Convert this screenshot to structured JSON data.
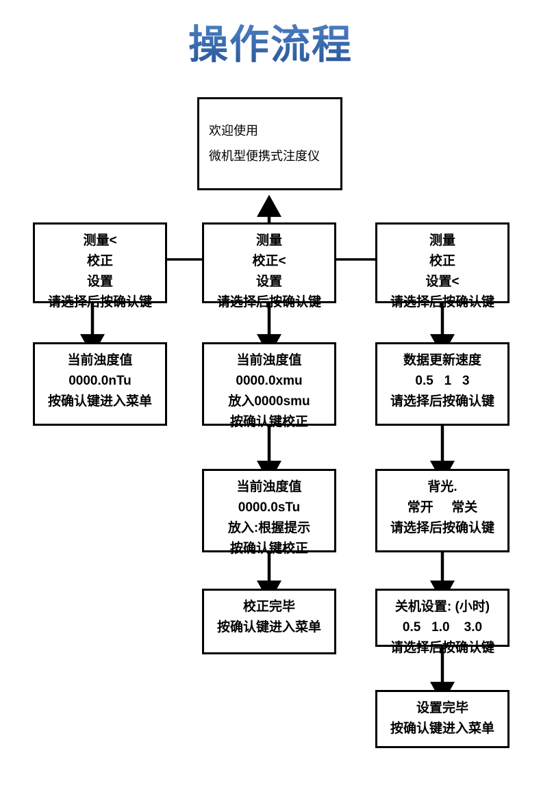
{
  "page": {
    "title": "操作流程",
    "title_color_top": "#4d7fc0",
    "title_color_bottom": "#2c5795",
    "background": "#ffffff",
    "line_color": "#000000",
    "text_color": "#000000"
  },
  "diagram": {
    "type": "flowchart",
    "orientation": "top-down",
    "columns": [
      "measure",
      "calibrate",
      "settings"
    ],
    "nodes": [
      {
        "id": "welcome",
        "lines": [
          "欢迎使用",
          "微机型便携式注度仪"
        ]
      },
      {
        "id": "menu-measure",
        "lines": [
          "测量<",
          "校正",
          "设置",
          "请选择后按确认键"
        ]
      },
      {
        "id": "menu-calibrate",
        "lines": [
          "测量",
          "校正<",
          "设置",
          "请选择后按确认键"
        ]
      },
      {
        "id": "menu-settings",
        "lines": [
          "测量",
          "校正",
          "设置<",
          "请选择后按确认键"
        ]
      },
      {
        "id": "measure-reading",
        "lines": [
          "当前浊度值",
          "0000.0nTu",
          "按确认键进入菜单"
        ]
      },
      {
        "id": "calibrate-step1",
        "lines": [
          "当前浊度值",
          "0000.0xmu",
          "放入0000smu",
          "按确认键校正"
        ]
      },
      {
        "id": "settings-refresh-rate",
        "lines": [
          "数据更新速度",
          "0.5   1   3",
          "请选择后按确认键"
        ]
      },
      {
        "id": "calibrate-step2",
        "lines": [
          "当前浊度值",
          "0000.0sTu",
          "放入:根握提示",
          "按确认键校正"
        ]
      },
      {
        "id": "settings-backlight",
        "lines": [
          "背光.",
          "常开     常关",
          "请选择后按确认键"
        ]
      },
      {
        "id": "calibrate-done",
        "lines": [
          "校正完毕",
          "按确认键进入菜单"
        ]
      },
      {
        "id": "settings-poweroff",
        "lines": [
          "关机设置: (小时)",
          "0.5   1.0    3.0",
          "请选择后按确认键"
        ]
      },
      {
        "id": "settings-done",
        "lines": [
          "设置完毕",
          "按确认键进入菜单"
        ]
      }
    ],
    "edges": [
      {
        "from": "welcome",
        "to": "menu-calibrate",
        "style": "arrow-down"
      },
      {
        "from": "menu-measure",
        "to": "menu-calibrate",
        "style": "line-horizontal"
      },
      {
        "from": "menu-calibrate",
        "to": "menu-settings",
        "style": "line-horizontal"
      },
      {
        "from": "menu-measure",
        "to": "measure-reading",
        "style": "arrow-down"
      },
      {
        "from": "menu-calibrate",
        "to": "calibrate-step1",
        "style": "arrow-down"
      },
      {
        "from": "menu-settings",
        "to": "settings-refresh-rate",
        "style": "arrow-down"
      },
      {
        "from": "calibrate-step1",
        "to": "calibrate-step2",
        "style": "arrow-down"
      },
      {
        "from": "settings-refresh-rate",
        "to": "settings-backlight",
        "style": "arrow-down"
      },
      {
        "from": "calibrate-step2",
        "to": "calibrate-done",
        "style": "arrow-down"
      },
      {
        "from": "settings-backlight",
        "to": "settings-poweroff",
        "style": "arrow-down"
      },
      {
        "from": "settings-poweroff",
        "to": "settings-done",
        "style": "arrow-down"
      }
    ]
  }
}
